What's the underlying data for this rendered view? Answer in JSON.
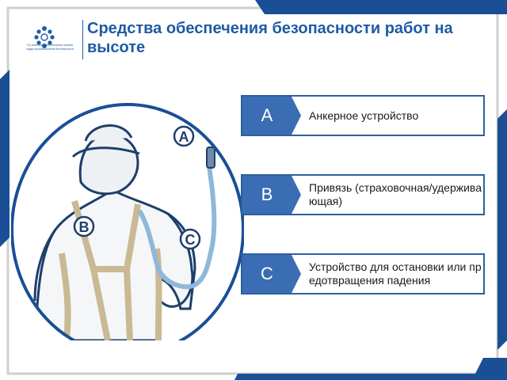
{
  "header": {
    "title": "Средства обеспечения безопасности работ на высоте",
    "logo_caption": "УЦ анализа и обеспечения охраны труда промышленной безопасности"
  },
  "illustration": {
    "marker_a": "A",
    "marker_b": "B",
    "marker_c": "C"
  },
  "items": [
    {
      "letter": "A",
      "text": "Анкерное устройство"
    },
    {
      "letter": "B",
      "text": "Привязь (страховочная/удерживающая)"
    },
    {
      "letter": "C",
      "text": "Устройство для остановки или предотвращения падения"
    }
  ],
  "colors": {
    "accent_blue": "#1f5ba5",
    "tag_blue": "#3a6db3",
    "frame_dark": "#1a4f96"
  }
}
